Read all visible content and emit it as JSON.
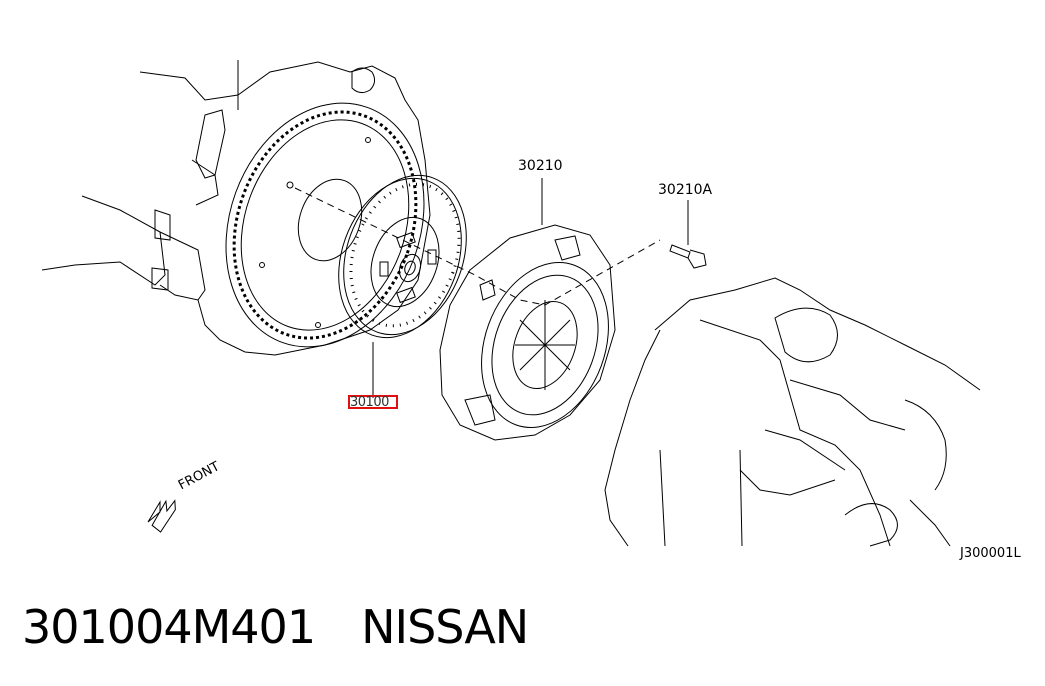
{
  "callouts": {
    "clutch_disc": "30100",
    "clutch_cover": "30210",
    "cover_bolt": "30210A"
  },
  "front_label": "FRONT",
  "drawing_code": "J300001L",
  "caption": {
    "part_number": "301004M401",
    "brand": "NISSAN"
  },
  "highlight_color": "#e01010"
}
